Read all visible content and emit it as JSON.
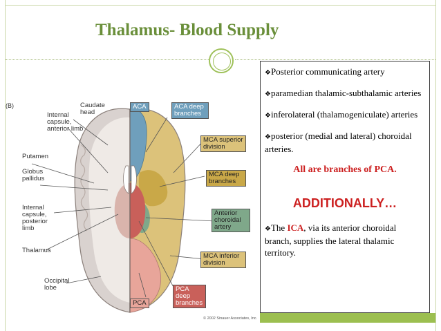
{
  "title": "Thalamus-  Blood Supply",
  "figure": {
    "panel_label": "(B)",
    "left_labels": {
      "caudate_head": "Caudate head",
      "internal_capsule_anterior": "Internal capsule, anterior limb",
      "putamen": "Putamen",
      "globus_pallidus": "Globus pallidus",
      "internal_capsule_posterior": "Internal capsule, posterior limb",
      "thalamus": "Thalamus",
      "occipital_lobe": "Occipital lobe"
    },
    "territory_boxes": {
      "aca": "ACA",
      "aca_deep": "ACA deep branches",
      "mca_superior": "MCA superior division",
      "mca_deep": "MCA deep branches",
      "anterior_choroidal": "Anterior choroidal artery",
      "mca_inferior": "MCA inferior division",
      "pca_deep": "PCA deep branches",
      "pca": "PCA"
    },
    "copyright": "© 2002 Sinauer Associates, Inc.",
    "colors": {
      "aca": "#6f9fbc",
      "mca": "#dcc27a",
      "mca_deep": "#c9a848",
      "anterior_choroidal": "#7fa88a",
      "pca": "#e8a59a",
      "pca_deep": "#c9605a"
    }
  },
  "bullets": [
    "Posterior communicating artery",
    "paramedian thalamic-subthalamic arteries",
    "inferolateral (thalamogeniculate) arteries",
    "posterior (medial and lateral) choroidal arteries."
  ],
  "bullet_marker": "❖",
  "branch_note": "All are branches of PCA.",
  "additionally": "ADDITIONALLY…",
  "ica_sentence": {
    "prefix": "The ",
    "ica": "ICA",
    "suffix": ", via its anterior choroidal branch, supplies the lateral thalamic territory."
  }
}
